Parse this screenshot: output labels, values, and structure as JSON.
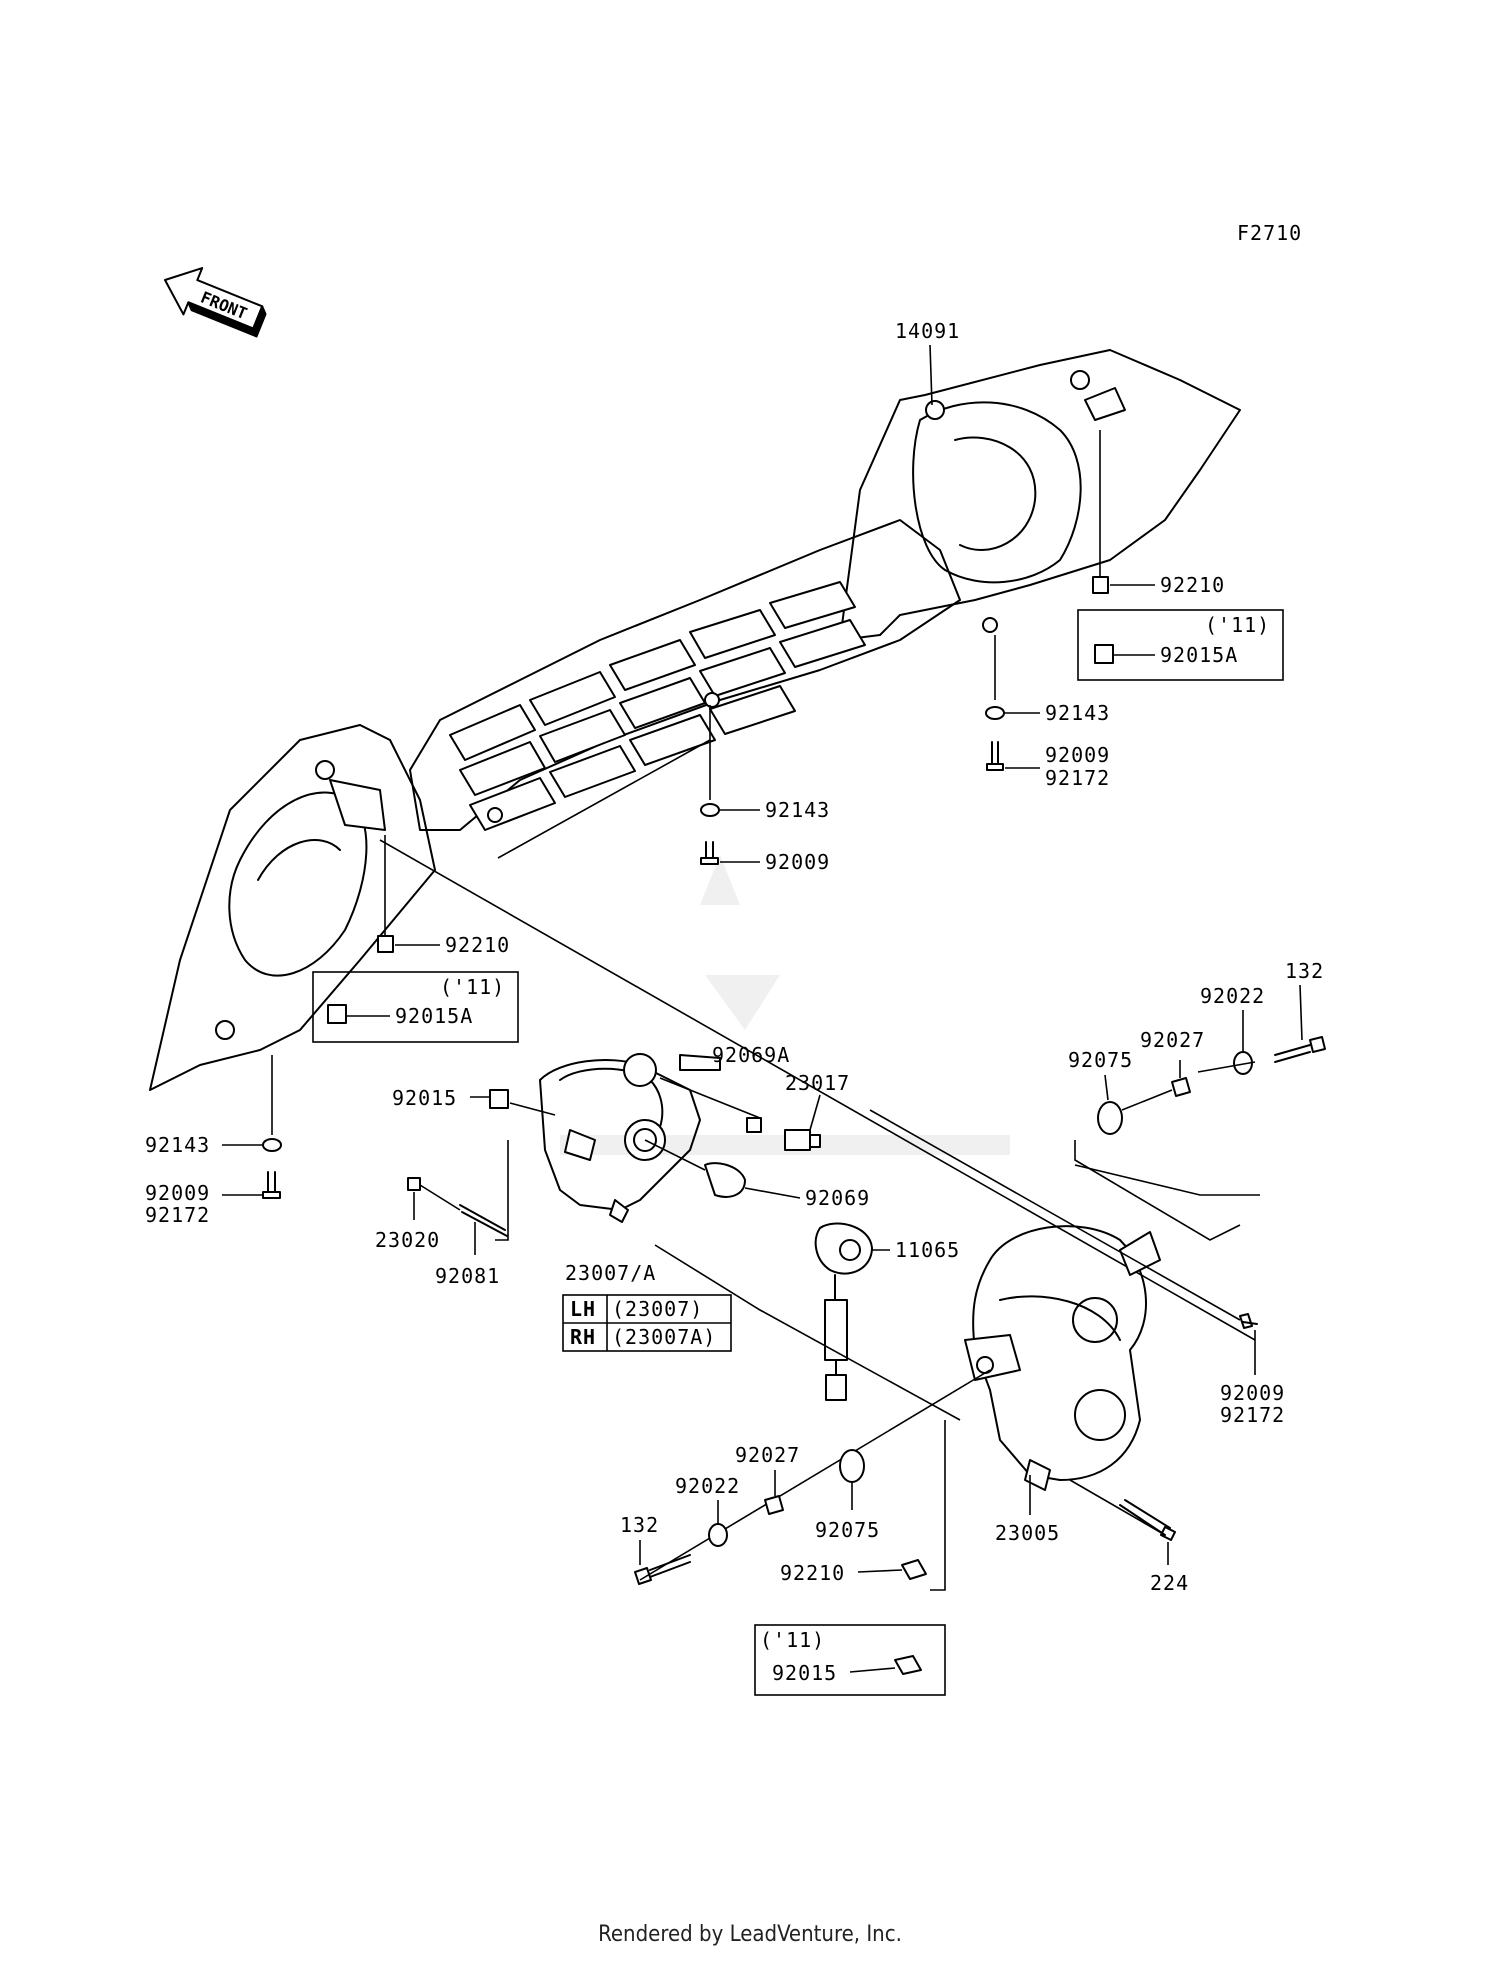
{
  "figure_code": "F2710",
  "front_arrow_label": "FRONT",
  "footer": "Rendered by LeadVenture, Inc.",
  "labels": {
    "p14091": "14091",
    "p92210_r": "92210",
    "p11_r": "('11)",
    "p92015A_r": "92015A",
    "p92143_r": "92143",
    "p92009_r": "92009",
    "p92172_r": "92172",
    "p92143_c": "92143",
    "p92009_c": "92009",
    "p92210_l": "92210",
    "p11_l": "('11)",
    "p92015A_l": "92015A",
    "p92143_l": "92143",
    "p92009_l": "92009",
    "p92172_l": "92172",
    "p92069A": "92069A",
    "p23017": "23017",
    "p92015": "92015",
    "p92069": "92069",
    "p11065": "11065",
    "p23020": "23020",
    "p92081": "92081",
    "p23007A": "23007/A",
    "p132_r": "132",
    "p92022_r": "92022",
    "p92027_r": "92027",
    "p92075_r": "92075",
    "p92009_b": "92009",
    "p92172_b": "92172",
    "p92027_l": "92027",
    "p92022_l": "92022",
    "p132_l": "132",
    "p92075_l": "92075",
    "p23005": "23005",
    "p224": "224",
    "p92210_b": "92210",
    "p11_b": "('11)",
    "p92015_b": "92015"
  },
  "side_table": [
    {
      "side": "LH",
      "part": "(23007)"
    },
    {
      "side": "RH",
      "part": "(23007A)"
    }
  ]
}
